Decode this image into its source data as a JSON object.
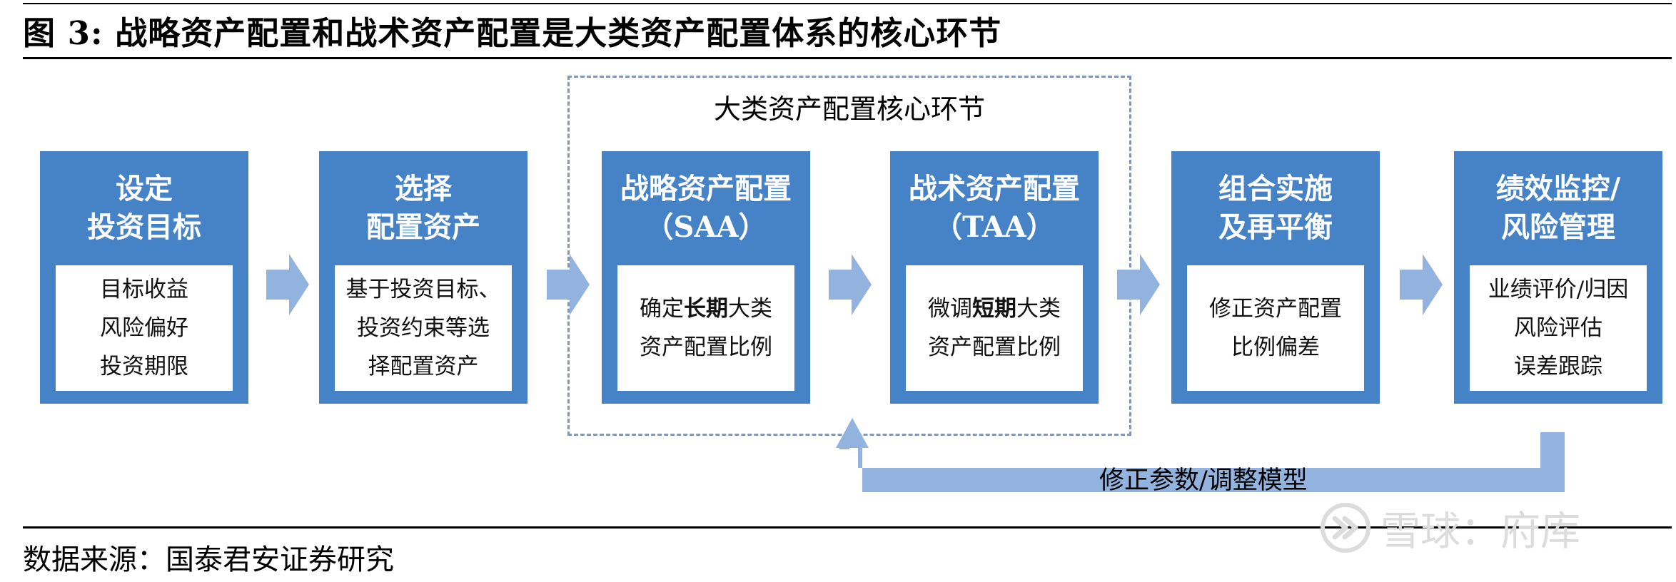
{
  "title": "图 3:  战略资产配置和战术资产配置是大类资产配置体系的核心环节",
  "core_group_label": "大类资产配置核心环节",
  "steps": [
    {
      "head": [
        "设定",
        "投资目标"
      ],
      "body": [
        [
          "目标收益"
        ],
        [
          "风险偏好"
        ],
        [
          "投资期限"
        ]
      ]
    },
    {
      "head": [
        "选择",
        "配置资产"
      ],
      "body": [
        [
          "基于投资目标、"
        ],
        [
          "投资约束等选"
        ],
        [
          "择配置资产"
        ]
      ]
    },
    {
      "head": [
        "战略资产配置",
        "（SAA）"
      ],
      "body": [
        [
          "确定",
          "长期",
          "大类"
        ],
        [
          "资产配置比例"
        ]
      ]
    },
    {
      "head": [
        "战术资产配置",
        "（TAA）"
      ],
      "body": [
        [
          "微调",
          "短期",
          "大类"
        ],
        [
          "资产配置比例"
        ]
      ]
    },
    {
      "head": [
        "组合实施",
        "及再平衡"
      ],
      "body": [
        [
          "修正资产配置"
        ],
        [
          "比例偏差"
        ]
      ]
    },
    {
      "head": [
        "绩效监控/",
        "风险管理"
      ],
      "body": [
        [
          "业绩评价/归因"
        ],
        [
          "风险评估"
        ],
        [
          "误差跟踪"
        ]
      ]
    }
  ],
  "feedback_label": "修正参数/调整模型",
  "source": "数据来源：国泰君安证券研究",
  "watermark": "雪球：府库",
  "colors": {
    "box": "#4582c6",
    "arrow": "#91b3de",
    "dashed_frame": "#8496b0"
  }
}
